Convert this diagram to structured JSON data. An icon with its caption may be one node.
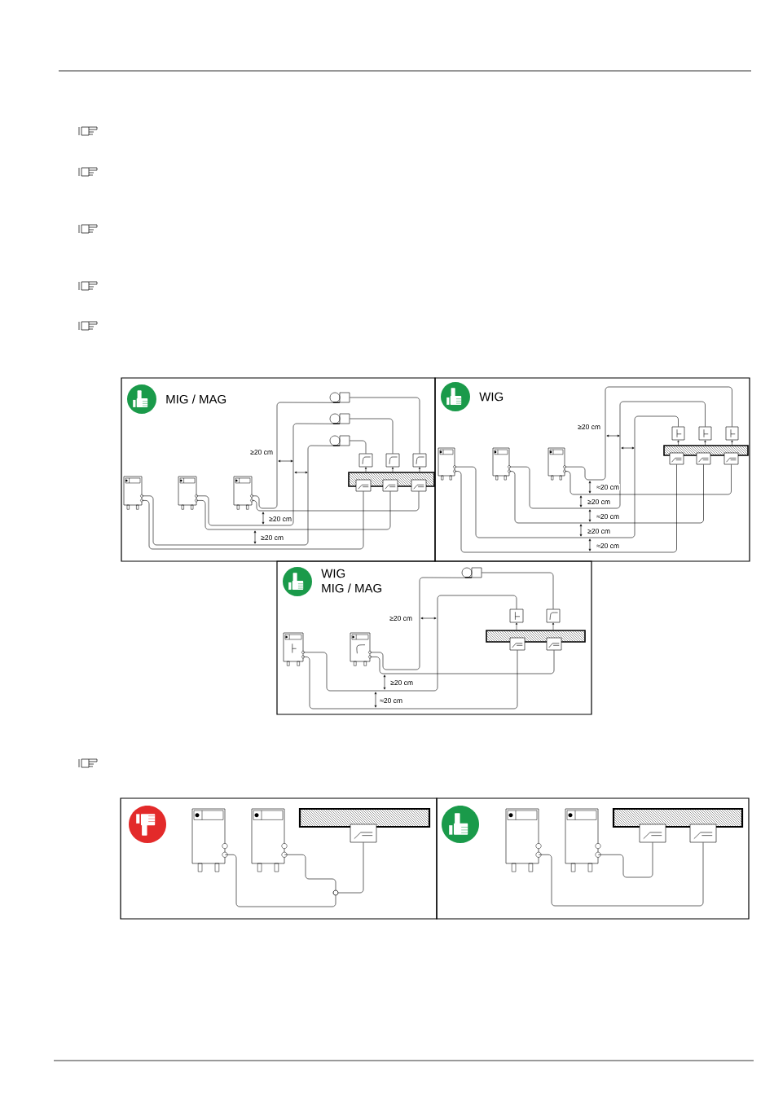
{
  "diagram": {
    "nodes": [
      {
        "text": [],
        "shape": "box"
      },
      {
        "text": [],
        "shape": "box"
      },
      {
        "text": [],
        "shape": "box"
      },
      {
        "text": [],
        "shape": "box"
      },
      {
        "text": [],
        "shape": "box"
      },
      {
        "text": [],
        "shape": "box"
      },
      {
        "text": [],
        "shape": "box"
      },
      {
        "text": [],
        "shape": "box"
      },
      {
        "text": [],
        "shape": "box"
      },
      {
        "text": [],
        "shape": "box"
      },
      {
        "text": [],
        "shape": "box"
      },
      {
        "text": [],
        "shape": "box"
      },
      {
        "text": [],
        "shape": "box"
      },
      {
        "text": [],
        "shape": "box"
      },
      {
        "text": [],
        "shape": "box"
      },
      {
        "text": [],
        "shape": "box"
      },
      {
        "text": [],
        "shape": "box"
      },
      {
        "text": [],
        "shape": "box"
      },
      {
        "text": [],
        "shape": "box"
      },
      {
        "text": [],
        "shape": "box"
      },
      {
        "text": [],
        "shape": "box"
      },
      {
        "text": [],
        "shape": "box"
      },
      {
        "text": [],
        "shape": "box"
      },
      {
        "text": [],
        "shape": "box"
      },
      {
        "text": [],
        "shape": "box"
      },
      {
        "text": [],
        "shape": "box"
      },
      {
        "text": [],
        "shape": "box"
      },
      {
        "text": [],
        "shape": "box"
      },
      {
        "text": [],
        "shape": "box"
      },
      {
        "text": [],
        "shape": "box"
      },
      {
        "text": [],
        "shape": "box"
      },
      {
        "text": [],
        "shape": "circle"
      },
      {
        "text": [],
        "shape": "box"
      },
      {
        "text": [],
        "shape": "box"
      },
      {
        "text": [],
        "shape": "box"
      },
      {
        "text": [],
        "shape": "box"
      },
      {
        "text": [],
        "shape": "bar"
      },
      {
        "text": [],
        "shape": "bar"
      },
      {
        "text": [],
        "shape": "bar"
      },
      {
        "text": [],
        "shape": "bar"
      },
      {
        "text": [],
        "shape": "bar"
      }
    ],
    "edges": [
      {
        "from": 2,
        "to": 3,
        "arrow": "none"
      },
      {
        "from": 3,
        "to": 8,
        "arrow": "none"
      },
      {
        "from": 2,
        "to": 11,
        "arrow": "none"
      },
      {
        "from": 1,
        "to": 4,
        "arrow": "none"
      },
      {
        "from": 4,
        "to": 7,
        "arrow": "none"
      },
      {
        "from": 1,
        "to": 10,
        "arrow": "none"
      },
      {
        "from": 0,
        "to": 5,
        "arrow": "none"
      },
      {
        "from": 5,
        "to": 6,
        "arrow": "none"
      },
      {
        "from": 0,
        "to": 9,
        "arrow": "none"
      },
      {
        "from": 14,
        "to": 17,
        "arrow": "none"
      },
      {
        "from": 14,
        "to": 20,
        "arrow": "none"
      },
      {
        "from": 13,
        "to": 16,
        "arrow": "none"
      },
      {
        "from": 13,
        "to": 19,
        "arrow": "none"
      },
      {
        "from": 12,
        "to": 15,
        "arrow": "none"
      },
      {
        "from": 12,
        "to": 18,
        "arrow": "none"
      },
      {
        "from": 22,
        "to": 23,
        "arrow": "none"
      },
      {
        "from": 23,
        "to": 25,
        "arrow": "none"
      },
      {
        "from": 22,
        "to": 27,
        "arrow": "none"
      },
      {
        "from": 21,
        "to": 24,
        "arrow": "none"
      },
      {
        "from": 21,
        "to": 26,
        "arrow": "none"
      },
      {
        "from": 28,
        "to": 31,
        "arrow": "none"
      },
      {
        "from": 29,
        "to": 31,
        "arrow": "none"
      },
      {
        "from": 31,
        "to": 30,
        "arrow": "none"
      },
      {
        "from": 33,
        "to": 34,
        "arrow": "none"
      },
      {
        "from": 32,
        "to": 35,
        "arrow": "none"
      },
      {
        "from": 36,
        "to": 6,
        "arrow": "to"
      },
      {
        "from": 36,
        "to": 7,
        "arrow": "to"
      },
      {
        "from": 36,
        "to": 8,
        "arrow": "to"
      },
      {
        "from": 37,
        "to": 15,
        "arrow": "to"
      },
      {
        "from": 37,
        "to": 16,
        "arrow": "to"
      },
      {
        "from": 37,
        "to": 17,
        "arrow": "to"
      },
      {
        "from": 38,
        "to": 24,
        "arrow": "to"
      },
      {
        "from": 38,
        "to": 25,
        "arrow": "to"
      }
    ],
    "labels": [
      "MIG / MAG",
      "≥20 cm",
      "≥20 cm",
      "≥20 cm",
      "WIG",
      "≥20 cm",
      "≈20 cm",
      "≥20 cm",
      "≈20 cm",
      "≥20 cm",
      "≈20 cm",
      "WIG",
      "MIG / MAG",
      "≥20 cm",
      "≥20 cm",
      "≈20 cm"
    ]
  }
}
